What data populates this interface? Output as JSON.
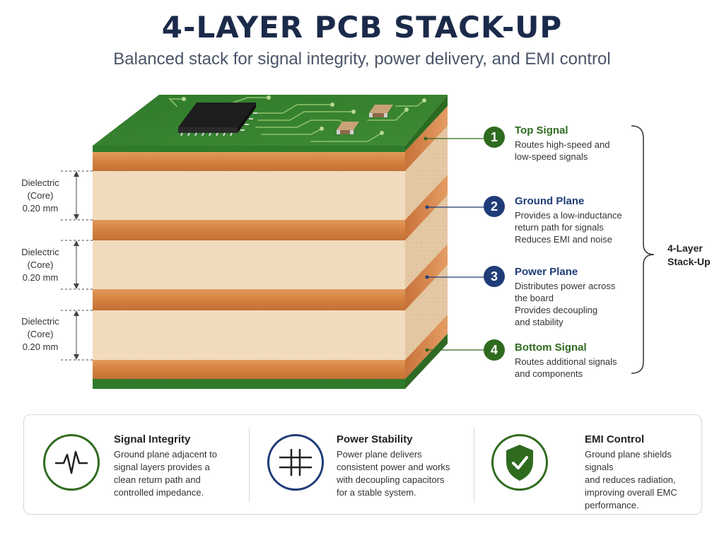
{
  "header": {
    "title": "4-LAYER PCB STACK-UP",
    "subtitle": "Balanced stack for signal integrity, power delivery, and EMI control"
  },
  "dielectrics": [
    {
      "label": "Dielectric\n(Core)\n0.20 mm"
    },
    {
      "label": "Dielectric\n(Core)\n0.20 mm"
    },
    {
      "label": "Dielectric\n(Core)\n0.20 mm"
    }
  ],
  "layers": [
    {
      "number": "1",
      "name": "Top Signal",
      "description": "Routes high-speed and\nlow-speed signals",
      "color": "#2f6b1f"
    },
    {
      "number": "2",
      "name": "Ground Plane",
      "description": "Provides a low-inductance\nreturn path for signals\nReduces EMI and noise",
      "color": "#1f3c78"
    },
    {
      "number": "3",
      "name": "Power Plane",
      "description": "Distributes power across\nthe board\nProvides decoupling\nand stability",
      "color": "#1f3c78"
    },
    {
      "number": "4",
      "name": "Bottom Signal",
      "description": "Routes additional signals\nand components",
      "color": "#2f6b1f"
    }
  ],
  "stack_label": "4-Layer Stack-Up",
  "features": [
    {
      "title": "Signal Integrity",
      "description": "Ground plane adjacent to\nsignal layers provides a\nclean return path and\ncontrolled impedance.",
      "icon": "waveform-icon",
      "color": "#2f6b1f"
    },
    {
      "title": "Power Stability",
      "description": "Power plane delivers\nconsistent power and works\nwith decoupling capacitors\nfor a stable system.",
      "icon": "capacitor-icon",
      "color": "#1f3c78"
    },
    {
      "title": "EMI Control",
      "description": "Ground plane shields signals\nand reduces radiation,\nimproving overall EMC\nperformance.",
      "icon": "shield-check-icon",
      "color": "#2f6b1f"
    }
  ],
  "colors": {
    "title": "#1b2a4a",
    "copper": "#d98a4e",
    "dielectric": "#f2dcc0",
    "board_green": "#3c7a2c",
    "navy": "#1f3c78",
    "green": "#2f6b1f"
  }
}
